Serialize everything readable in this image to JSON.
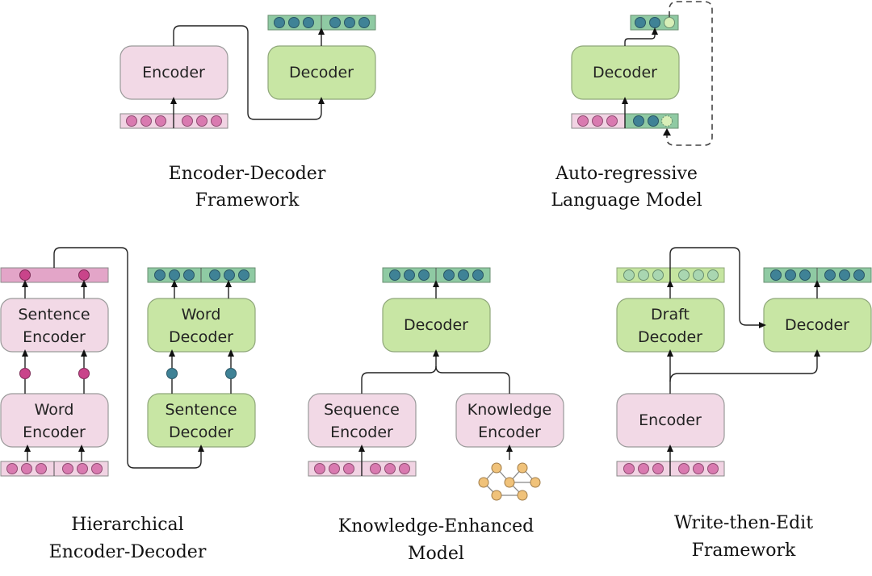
{
  "diagrams": {
    "encoder_decoder": {
      "caption": [
        "Encoder-Decoder",
        "Framework"
      ],
      "encoder_label": "Encoder",
      "decoder_label": "Decoder"
    },
    "autoregressive": {
      "caption": [
        "Auto-regressive",
        "Language Model"
      ],
      "decoder_label": "Decoder"
    },
    "hierarchical": {
      "caption": [
        "Hierarchical",
        "Encoder-Decoder"
      ],
      "sentence_encoder_label": [
        "Sentence",
        "Encoder"
      ],
      "word_encoder_label": [
        "Word",
        "Encoder"
      ],
      "word_decoder_label": [
        "Word",
        "Decoder"
      ],
      "sentence_decoder_label": [
        "Sentence",
        "Decoder"
      ]
    },
    "knowledge_enhanced": {
      "caption": [
        "Knowledge-Enhanced",
        "Model"
      ],
      "decoder_label": "Decoder",
      "sequence_encoder_label": [
        "Sequence",
        "Encoder"
      ],
      "knowledge_encoder_label": [
        "Knowledge",
        "Encoder"
      ]
    },
    "write_then_edit": {
      "caption": [
        "Write-then-Edit",
        "Framework"
      ],
      "draft_decoder_label": [
        "Draft",
        "Decoder"
      ],
      "decoder_label": "Decoder",
      "encoder_label": "Encoder"
    }
  },
  "colors": {
    "encoder_fill": "#f2d9e6",
    "decoder_fill": "#c8e6a4",
    "input_token": "#d97ab0",
    "output_token": "#3f8296",
    "sentence_vector": "#c9448a",
    "knowledge_node": "#f0c27a"
  }
}
